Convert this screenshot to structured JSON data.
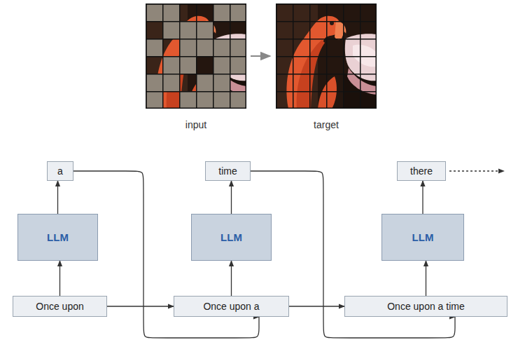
{
  "diagram": {
    "nodes": [
      {
        "text": [
          "a"
        ]
      },
      {
        "text": [
          "LLM"
        ]
      },
      {
        "text": [
          "Once upon"
        ]
      },
      {
        "text": [
          "time"
        ]
      },
      {
        "text": [
          "LLM"
        ]
      },
      {
        "text": [
          "Once upon a"
        ]
      },
      {
        "text": [
          "there"
        ]
      },
      {
        "text": [
          "LLM"
        ]
      },
      {
        "text": [
          "Once upon a time"
        ]
      }
    ],
    "edges": [
      {
        "from": 2,
        "to": 1,
        "arrow": "to"
      },
      {
        "from": 1,
        "to": 0,
        "arrow": "to"
      },
      {
        "from": 2,
        "to": 5,
        "arrow": "to"
      },
      {
        "from": 0,
        "to": 5,
        "arrow": "to"
      },
      {
        "from": 5,
        "to": 4,
        "arrow": "to"
      },
      {
        "from": 4,
        "to": 3,
        "arrow": "to"
      },
      {
        "from": 5,
        "to": 8,
        "arrow": "to"
      },
      {
        "from": 3,
        "to": 8,
        "arrow": "to"
      },
      {
        "from": 8,
        "to": 7,
        "arrow": "to"
      },
      {
        "from": 7,
        "to": 6,
        "arrow": "to"
      }
    ],
    "labels": [
      "input",
      "target"
    ]
  }
}
